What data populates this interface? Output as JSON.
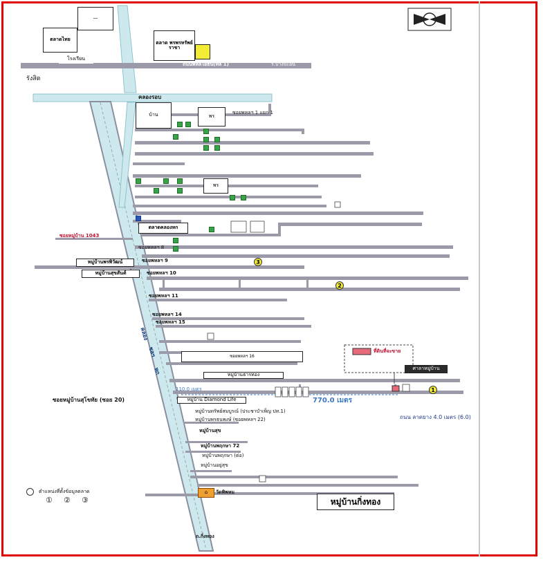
{
  "roads": {
    "highway_label": "ถนนพหลโยธิน(ทล 1)",
    "highway_direction": "ร.บางปะอิน",
    "canal_label": "คลองรอบ",
    "left_town": "รังสิต",
    "bottom_road": "ถ.กิ่งทอง",
    "soi_1": "ซอยพหลฯ 1 แยก 1",
    "soi_mid": "ซอยพหลฯ 8",
    "soi_9": "ซอยพหลฯ 9",
    "soi_10": "ซอยพหลฯ 10",
    "soi_11": "ซอยพหลฯ 11",
    "soi_14": "ซอยพหลฯ 14",
    "soi_15": "ซอยพหลฯ 15",
    "soi_16": "ซอยพหลฯ 16",
    "soi_20": "ซอยหมู่บ้านสุโขทัย (ซอย 20)"
  },
  "landmarks": {
    "market_top": "ตลาด พรพรทรัพย์ ราชา",
    "market_left": "ตลาดไทย",
    "school": "โรงเรียน",
    "market_mid": "ตลาดคลองหก",
    "village_1": "หมู่บ้านพรพิวัฒน์",
    "village_2": "หมู่บ้านสุขสันต์",
    "village_3": "หมู่บ้านธารทอง",
    "village_4": "หมู่บ้าน Diamond Life",
    "village_list": [
      "หมู่บ้านทรัพย์สมบูรณ์ (ประชาบำเพ็ญ ปท.1)",
      "หมู่บ้านพรธนพงษ์ (ซอยพหลฯ 22)",
      "หมู่บ้านสุข",
      "หมู่บ้านพฤกษา 72",
      "หมู่บ้านพฤกษา (ต่อ)",
      "หมู่บ้านอยู่สุข"
    ],
    "temple": "วัดพิพหม",
    "village_bottom": "หมู่บ้านกิ่งทอง",
    "sale_area": "ที่ดินที่จะขาย",
    "sala": "ศาลาหมู่บ้าน",
    "distance": "770.0 เมตร",
    "distance_small": "110.0 เมตร",
    "road_width": "ถนน ลาดยาง 4.0 เมตร (6.0)",
    "soi_name": "ซอยหมู่บ้าน 1043"
  },
  "legend": {
    "title": "ตำแหน่งที่ตั้งข้อมูลตลาด",
    "items": [
      "①",
      "②",
      "③"
    ]
  },
  "markers": [
    "1",
    "2",
    "3"
  ],
  "colors": {
    "frame": "#e00000",
    "road": "#9a9aa8",
    "canal": "#cde9ee",
    "highlight": "#e66a7a"
  }
}
